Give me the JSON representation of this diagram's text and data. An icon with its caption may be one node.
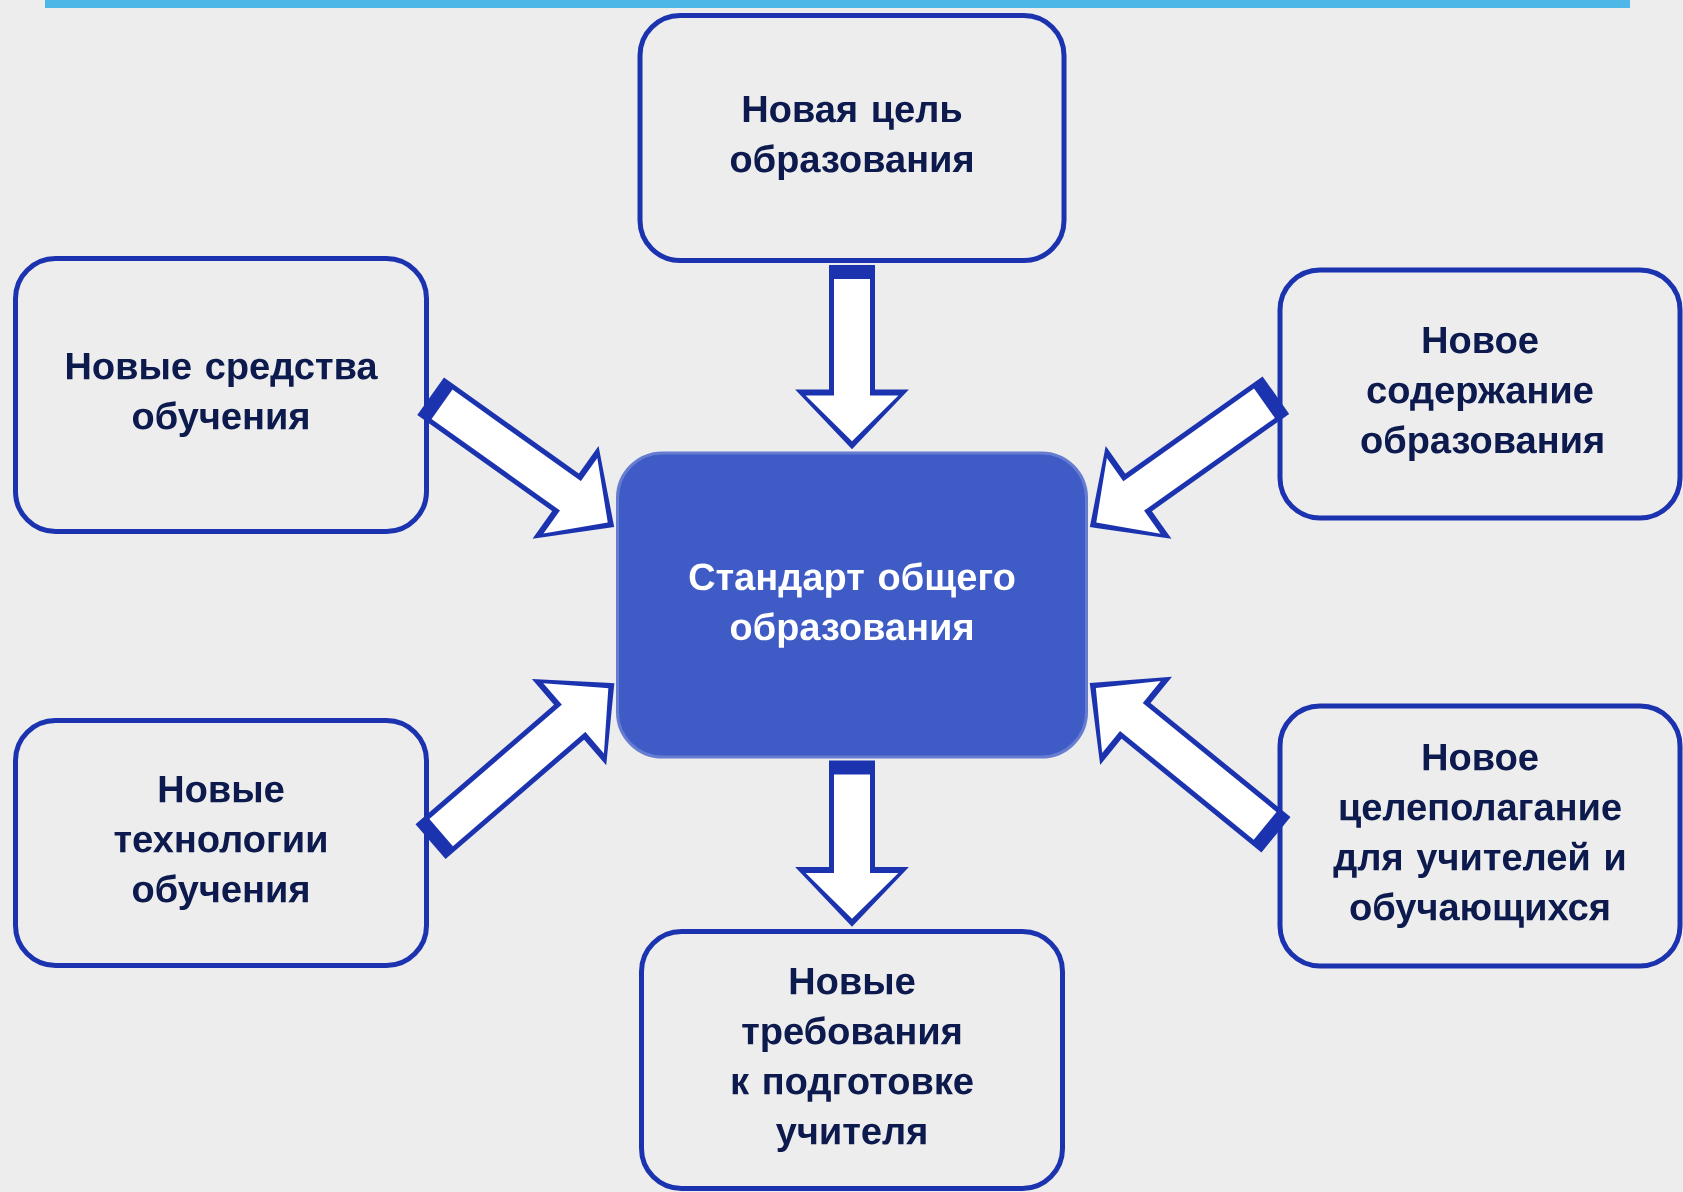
{
  "diagram": {
    "nodes": [
      {
        "text": [
          "Новая цель образования"
        ]
      },
      {
        "text": [
          "Новые средства обучения"
        ]
      },
      {
        "text": [
          "Новое содержание образования"
        ]
      },
      {
        "text": [
          "Стандарт общего образования"
        ]
      },
      {
        "text": [
          "Новые технологии обучения"
        ]
      },
      {
        "text": [
          "Новое целеполагание для учителей и обучающихся"
        ]
      },
      {
        "text": [
          "Новые требования к подготовке учителя"
        ]
      }
    ],
    "edges": [
      {
        "from": 0,
        "to": 3,
        "arrow": "to"
      },
      {
        "from": 1,
        "to": 3,
        "arrow": "to"
      },
      {
        "from": 2,
        "to": 3,
        "arrow": "to"
      },
      {
        "from": 4,
        "to": 3,
        "arrow": "to"
      },
      {
        "from": 5,
        "to": 3,
        "arrow": "to"
      },
      {
        "from": 3,
        "to": 6,
        "arrow": "to"
      }
    ]
  }
}
